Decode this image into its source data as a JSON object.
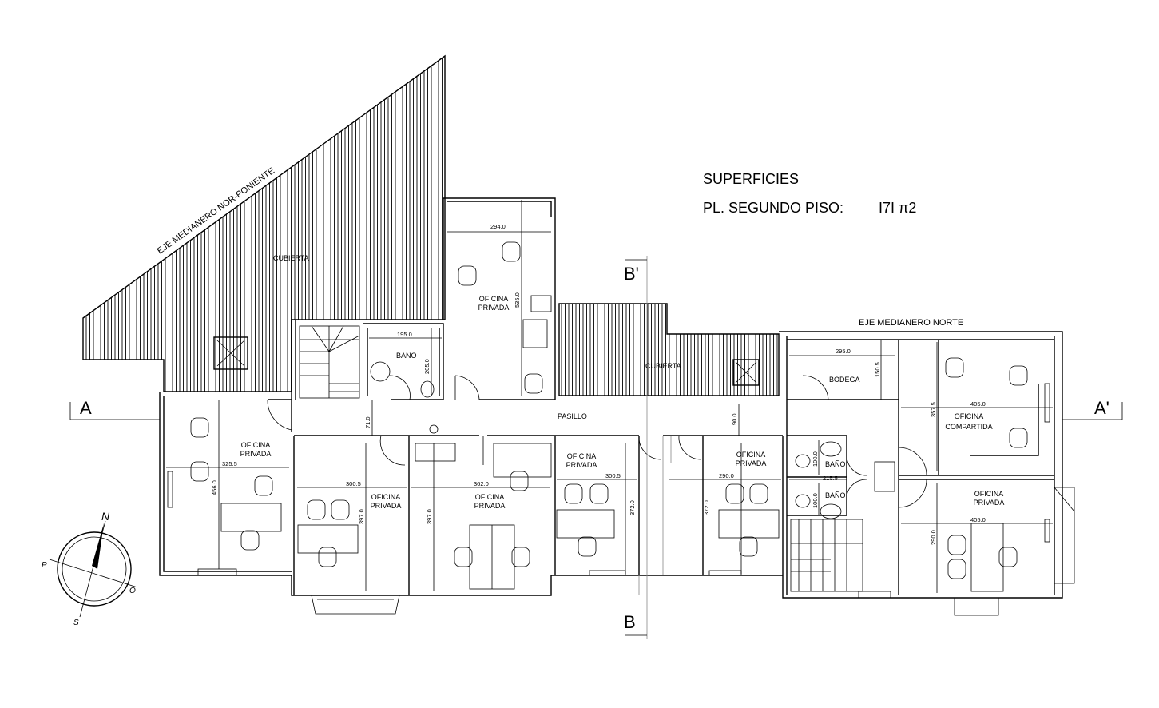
{
  "summary": {
    "title": "SUPERFICIES",
    "floor_label": "PL. SEGUNDO PISO:",
    "area_value": "I7I π2"
  },
  "boundaries": {
    "northwest": "EJE MEDIANERO NOR-PONIENTE",
    "north": "EJE MEDIANERO NORTE"
  },
  "sections": {
    "a": "A",
    "a_prime": "A'",
    "b": "B",
    "b_prime": "B'"
  },
  "compass": {
    "n": "N",
    "p": "P",
    "o": "O",
    "s": "S"
  },
  "rooms": {
    "cubierta_1": "CUBIERTA",
    "cubierta_2": "CUBIERTA",
    "pasillo": "PASILLO",
    "bano_top": "BAÑO",
    "bano_1": "BAÑO",
    "bano_2": "BAÑO",
    "bodega": "BODEGA",
    "oficina": "OFICINA",
    "privada": "PRIVADA",
    "compartida": "COMPARTIDA"
  },
  "dimensions": {
    "top_office_w": "294.0",
    "top_office_h": "535.0",
    "bano_top_w": "195.0",
    "bano_top_h": "205.0",
    "pasillo_w": "71.0",
    "pasillo_w2": "90.0",
    "office1_w": "325.5",
    "office1_h": "456.0",
    "office2_w": "300.5",
    "office2_h": "397.0",
    "office3_w": "362.0",
    "office3_h": "397.0",
    "office4_w": "300.5",
    "office4_h": "372.0",
    "office5_w": "290.0",
    "office5_h": "372.0",
    "bodega_w": "295.0",
    "bodega_h": "150.5",
    "banos_w": "215.5",
    "bano_1_h": "100.0",
    "bano_2_h": "100.0",
    "compartida_w": "405.0",
    "compartida_h": "357.5",
    "office6_w": "405.0",
    "office6_h": "290.0"
  }
}
